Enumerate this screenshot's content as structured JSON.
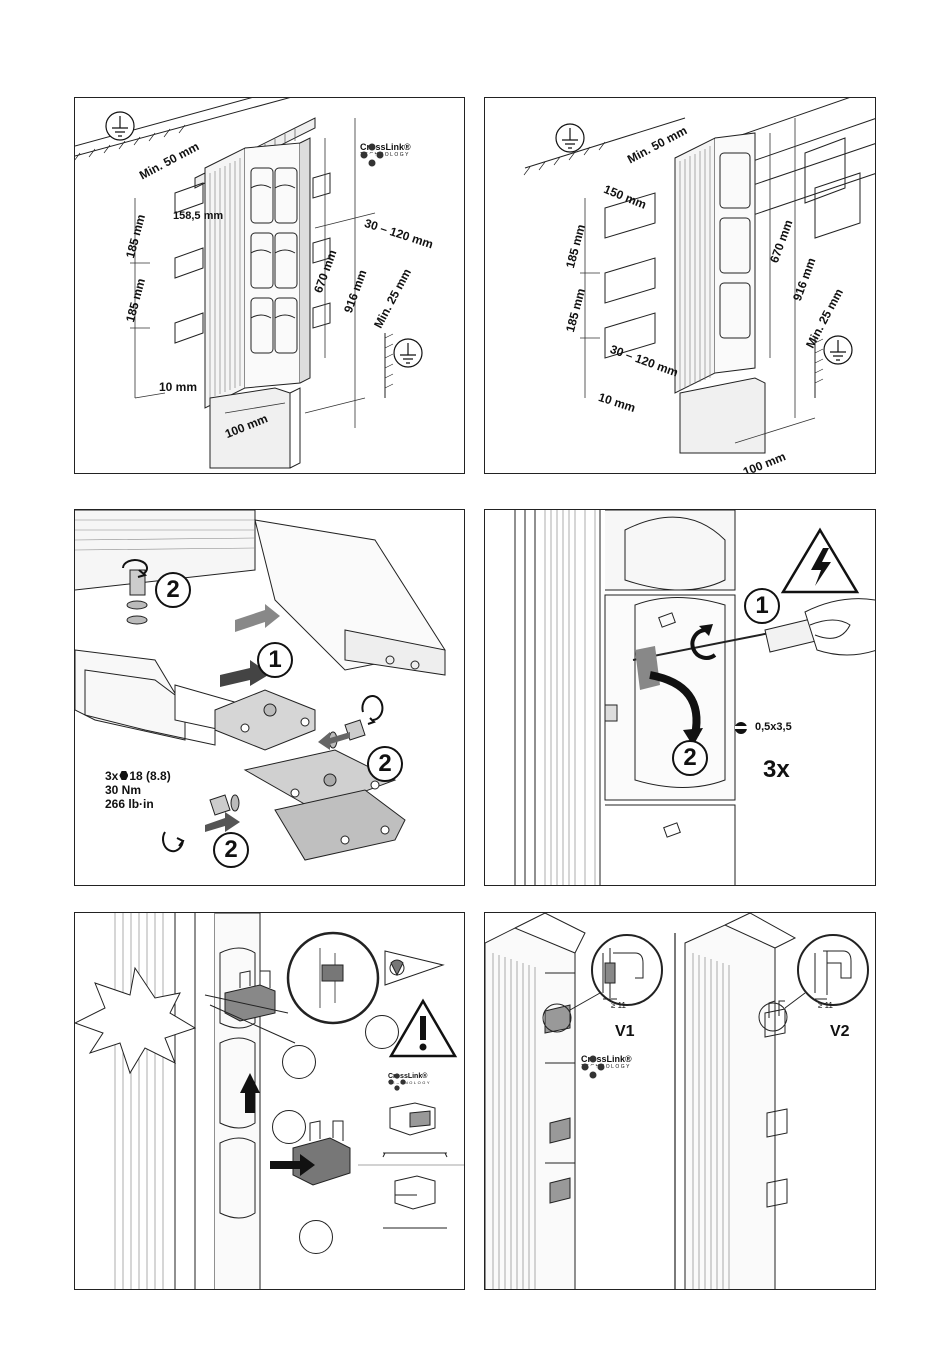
{
  "brand": {
    "name": "CrossLink®",
    "sub": "TECHNOLOGY"
  },
  "panel1": {
    "dims": {
      "min50": "Min. 50 mm",
      "d158": "158,5 mm",
      "d185a": "185 mm",
      "d185b": "185 mm",
      "d30_120": "30 – 120 mm",
      "d670": "670 mm",
      "d916": "916 mm",
      "min25": "Min. 25 mm",
      "d10": "10 mm",
      "d100": "100 mm"
    }
  },
  "panel2": {
    "dims": {
      "min50": "Min. 50 mm",
      "d150": "150 mm",
      "d185a": "185 mm",
      "d185b": "185 mm",
      "d670": "670 mm",
      "d916": "916 mm",
      "min25": "Min. 25 mm",
      "d30_120": "30 – 120 mm",
      "d10": "10 mm",
      "d100": "100 mm"
    }
  },
  "panel3": {
    "steps": [
      "2",
      "1",
      "2",
      "2"
    ],
    "spec": {
      "line1": "3x",
      "hex": "18 (8.8)",
      "line2": "30 Nm",
      "line3": "266 lb·in"
    }
  },
  "panel4": {
    "steps": [
      "1",
      "2"
    ],
    "tool": "0,5x3,5",
    "repeat": "3x"
  },
  "panel6": {
    "v1": "V1",
    "v2": "V2",
    "gap": "≥ 11"
  }
}
